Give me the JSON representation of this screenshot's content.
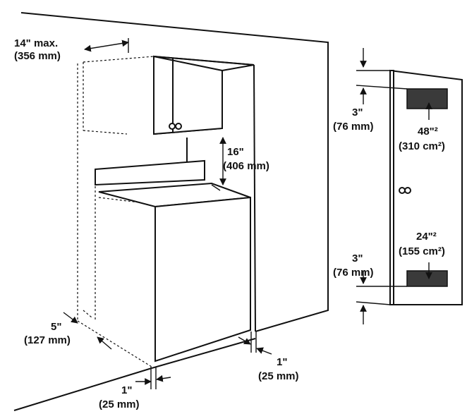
{
  "labels": {
    "cabinet_gap": "14\" max.",
    "cabinet_gap_mm": "(356 mm)",
    "top_clearance": "16\"",
    "top_clearance_mm": "(406 mm)",
    "side_clearance": "5\"",
    "side_clearance_mm": "(127 mm)",
    "front_left_gap": "1\"",
    "front_left_gap_mm": "(25 mm)",
    "front_right_gap": "1\"",
    "front_right_gap_mm": "(25 mm)",
    "door_top_offset": "3\"",
    "door_top_offset_mm": "(76 mm)",
    "top_vent_area": "48\"²",
    "top_vent_area_metric": "(310 cm²)",
    "bottom_vent_area": "24\"²",
    "bottom_vent_area_metric": "(155 cm²)",
    "door_bottom_offset": "3\"",
    "door_bottom_offset_mm": "(76 mm)"
  }
}
